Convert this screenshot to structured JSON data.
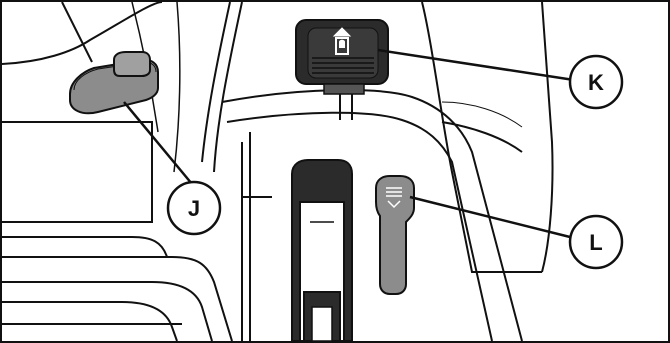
{
  "callouts": {
    "j": {
      "letter": "J"
    },
    "k": {
      "letter": "K"
    },
    "l": {
      "letter": "L"
    }
  },
  "colors": {
    "line": "#111111",
    "part_gray": "#8c8c8c",
    "part_dark": "#2b2b2b",
    "background": "#ffffff"
  }
}
